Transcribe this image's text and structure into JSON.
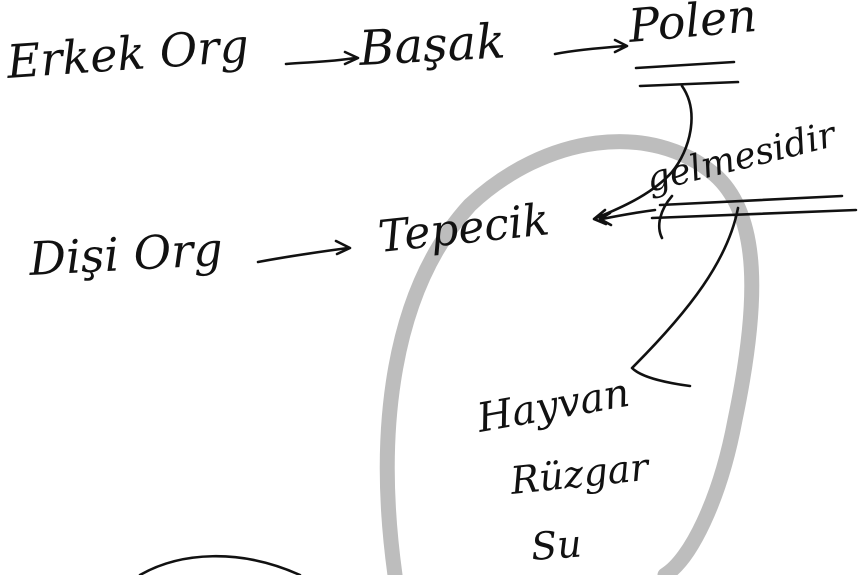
{
  "diagram": {
    "row1": {
      "start": "Erkek Org",
      "middle": "Başak",
      "end": "Polen"
    },
    "row2": {
      "start": "Dişi Org",
      "target": "Tepecik"
    },
    "link_label": "gelmesidir",
    "agents": [
      "Hayvan",
      "Rüzgar",
      "Su"
    ]
  },
  "colors": {
    "ink": "#111111",
    "watermark": "#bdbdbd",
    "paper": "#ffffff"
  }
}
